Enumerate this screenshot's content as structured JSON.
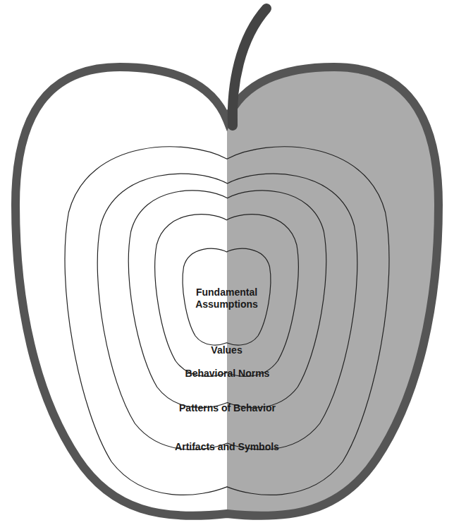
{
  "diagram": {
    "nodes": [
      {
        "text": [
          "Artifacts and Symbols"
        ]
      },
      {
        "text": [
          "Patterns of Behavior"
        ],
        "in": 0
      },
      {
        "text": [
          "Behavioral Norms"
        ],
        "in": 1
      },
      {
        "text": [
          "Values"
        ],
        "in": 2
      },
      {
        "text": [
          "Fundamental Assumptions"
        ],
        "in": 3
      }
    ]
  }
}
